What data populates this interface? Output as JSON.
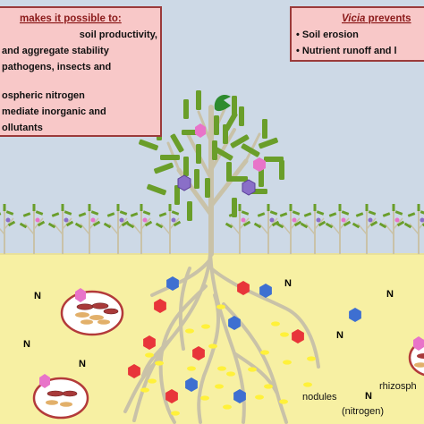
{
  "left_box": {
    "title": "makes it possible to:",
    "lines": [
      "soil productivity,",
      "and aggregate stability",
      "pathogens, insects and",
      "ospheric nitrogen",
      "mediate inorganic and",
      "ollutants"
    ]
  },
  "right_box": {
    "title_italic": "Vicia",
    "title_rest": " prevents",
    "items": [
      "• Soil erosion",
      "• Nutrient runoff and l"
    ]
  },
  "soil_labels": {
    "nitrogen_symbol": "N",
    "nodules": "nodules",
    "nitrogen_note": "(nitrogen)",
    "rhizosphere": "rhizosph"
  },
  "colors": {
    "sky": "#cdd9e6",
    "soil": "#f7f0a3",
    "box_fill": "#f8c8c8",
    "box_border": "#9b3a3a",
    "root": "#c9c2a8",
    "leaf": "#6a9e2a",
    "red_hex": "#e8353a",
    "blue_hex": "#3e6fd1",
    "yellow_dot": "#fff13a",
    "pink_flower": "#e874c9",
    "purple_flower": "#8a6fc8"
  }
}
